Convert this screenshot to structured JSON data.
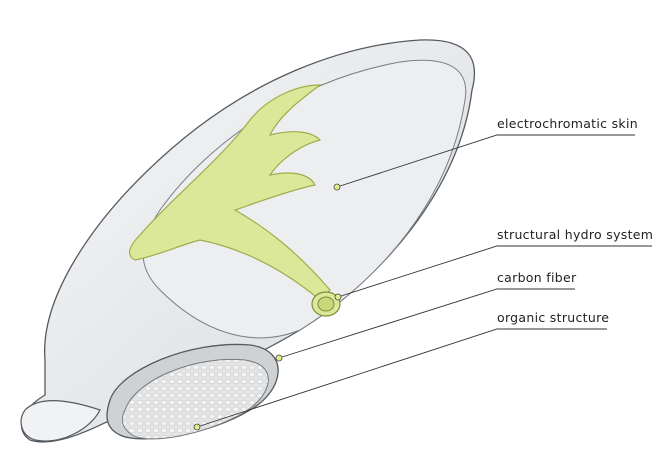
{
  "labels": {
    "skin": "electrochromatic skin",
    "hydro": "structural hydro system",
    "carbon": "carbon fiber",
    "organic": "organic structure"
  },
  "colors": {
    "structure": "#dbe89a",
    "structure_stroke": "#9fae4a",
    "shell": "#eef0f2",
    "outline": "#555a60",
    "marker": "#e3ec8a"
  }
}
